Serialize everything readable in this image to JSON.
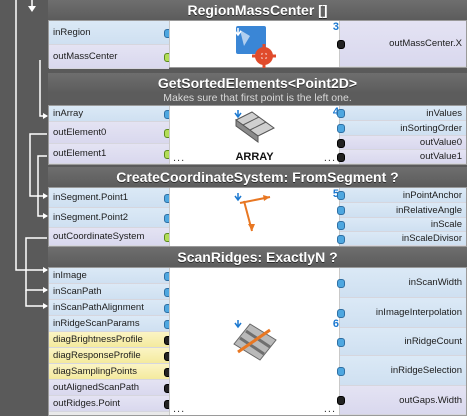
{
  "blocks": [
    {
      "title": "RegionMassCenter []",
      "inputs": [
        "inRegion",
        "outMassCenter"
      ],
      "outputs": [
        "outMassCenter.X"
      ],
      "number": "3"
    },
    {
      "title": "GetSortedElements<Point2D>",
      "subtitle": "Makes sure that first point is the left one.",
      "inputs": [
        "inArray",
        "outElement0",
        "outElement1"
      ],
      "outputs": [
        "inValues",
        "inSortingOrder",
        "outValue0",
        "outValue1"
      ],
      "number": "4",
      "icon_label": "ARRAY"
    },
    {
      "title": "CreateCoordinateSystem: FromSegment ?",
      "inputs": [
        "inSegment.Point1",
        "inSegment.Point2",
        "outCoordinateSystem"
      ],
      "outputs": [
        "inPointAnchor",
        "inRelativeAngle",
        "inScale",
        "inScaleDivisor"
      ],
      "number": "5"
    },
    {
      "title": "ScanRidges: ExactlyN ?",
      "inputs": [
        "inImage",
        "inScanPath",
        "inScanPathAlignment",
        "inRidgeScanParams",
        "diagBrightnessProfile",
        "diagResponseProfile",
        "diagSamplingPoints",
        "outAlignedScanPath",
        "outRidges.Point"
      ],
      "outputs": [
        "inScanWidth",
        "inImageInterpolation",
        "inRidgeCount",
        "inRidgeSelection",
        "outGaps.Width"
      ],
      "number": "6"
    }
  ],
  "ellipsis": "...",
  "icons": [
    "region-gear-icon",
    "array-icon",
    "coordinate-system-icon",
    "scan-ridges-icon"
  ],
  "colors": {
    "input_port": "#d5e5f4",
    "output_port": "#dcdbf0",
    "diag_port": "#f6ecac",
    "title_bar": "#5c5c5c",
    "wire": "#ffffff",
    "index_blue": "#1b78d0"
  }
}
